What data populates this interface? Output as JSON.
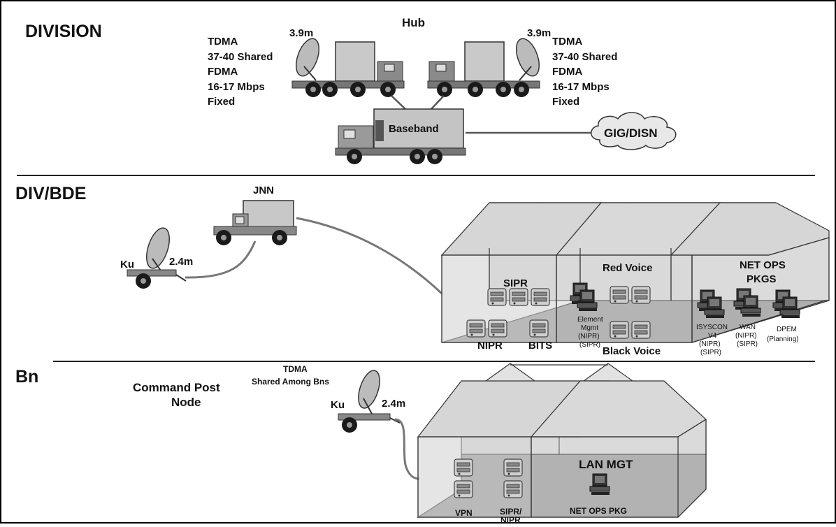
{
  "sections": {
    "division": "DIVISION",
    "divbde": "DIV/BDE",
    "bn": "Bn"
  },
  "division": {
    "hub": "Hub",
    "left_dish_size": "3.9m",
    "right_dish_size": "3.9m",
    "left_specs": [
      "TDMA",
      "37-40 Shared",
      "FDMA",
      "16-17 Mbps",
      "Fixed"
    ],
    "right_specs": [
      "TDMA",
      "37-40 Shared",
      "FDMA",
      "16-17 Mbps",
      "Fixed"
    ],
    "baseband": "Baseband",
    "cloud": "GIG/DISN"
  },
  "divbde": {
    "jnn": "JNN",
    "ku": "Ku",
    "dish_size": "2.4m",
    "sipr": "SIPR",
    "nipr": "NIPR",
    "bits": "BITS",
    "red_voice": "Red Voice",
    "black_voice": "Black Voice",
    "element_mgmt": [
      "Element",
      "Mgmt",
      "(NIPR)",
      "(SIPR)"
    ],
    "net_ops": [
      "NET OPS",
      "PKGS"
    ],
    "isyscon": [
      "ISYSCON",
      "V4",
      "(NIPR)",
      "(SIPR)"
    ],
    "wan": [
      "WAN",
      "(NIPR)",
      "(SIPR)"
    ],
    "dpem": [
      "DPEM",
      "(Planning)"
    ]
  },
  "bn": {
    "tdma": [
      "TDMA",
      "Shared Among Bns"
    ],
    "command_post": [
      "Command Post",
      "Node"
    ],
    "ku": "Ku",
    "dish_size": "2.4m",
    "lan_mgt": "LAN MGT",
    "vpn": "VPN",
    "sipr_nipr": [
      "SIPR/",
      "NIPR"
    ],
    "net_ops_pkg": "NET OPS PKG"
  }
}
